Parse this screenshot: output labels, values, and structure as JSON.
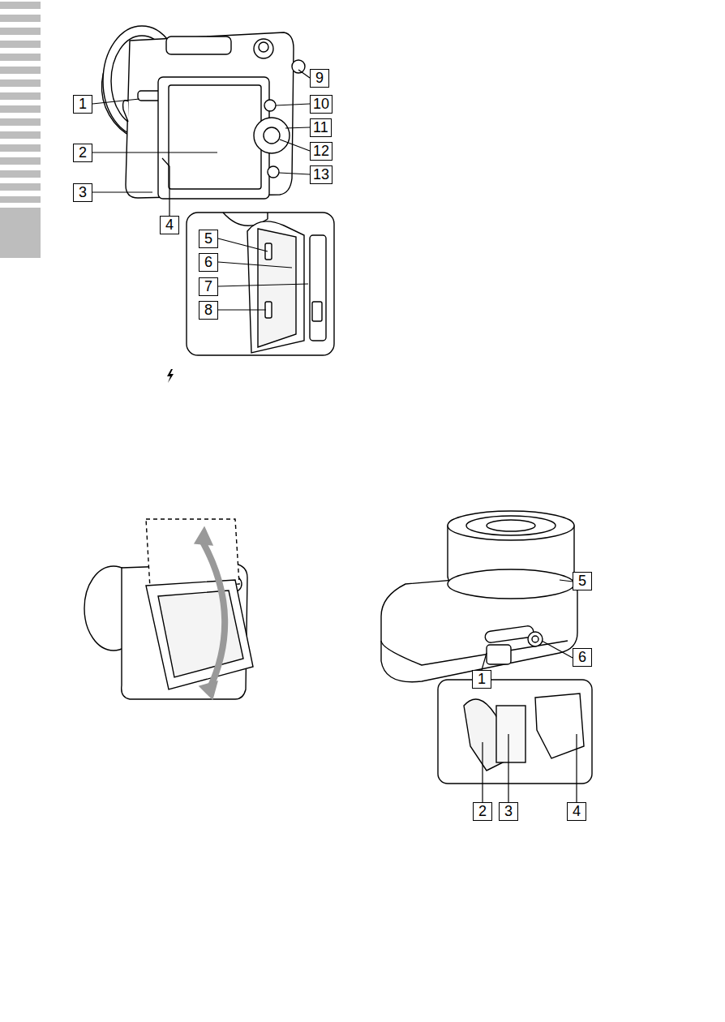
{
  "diagram": {
    "labels": [
      "1",
      "2",
      "3",
      "4",
      "5",
      "6",
      "7",
      "8",
      "9",
      "10",
      "11",
      "12",
      "13",
      "1",
      "2",
      "3",
      "4",
      "5",
      "6"
    ]
  }
}
